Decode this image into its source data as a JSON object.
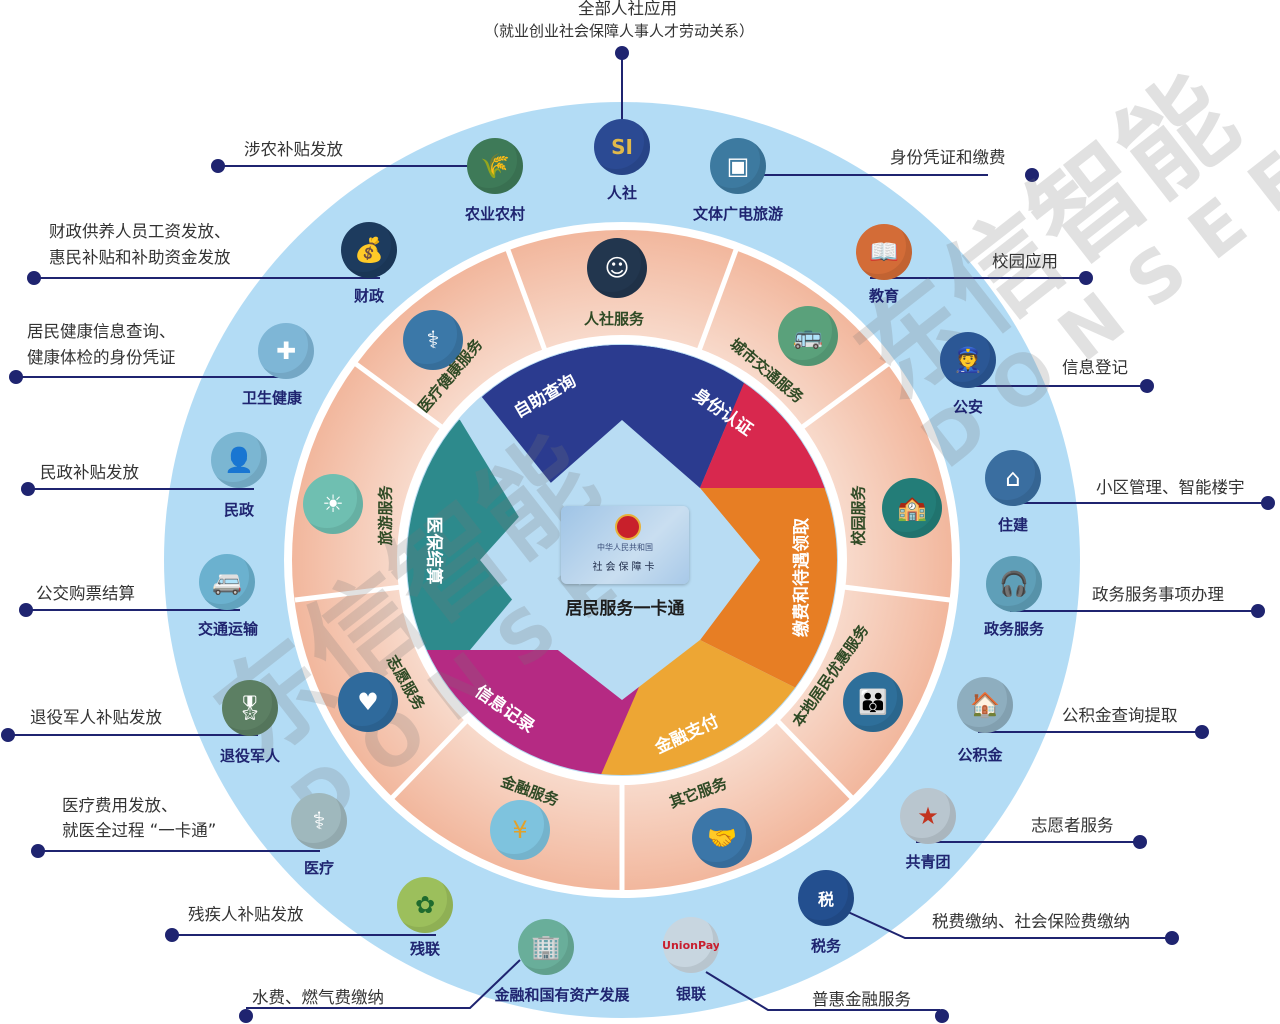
{
  "center": {
    "card_line1": "中华人民共和国",
    "card_line2": "社会保障卡",
    "title": "居民服务一卡通"
  },
  "star_segments": [
    {
      "label": "自助查询",
      "color": "#2a3a8c"
    },
    {
      "label": "身份认证",
      "color": "#d42a4f"
    },
    {
      "label": "缴费和待遇领取",
      "color": "#e77e24"
    },
    {
      "label": "金融支付",
      "color": "#eda634"
    },
    {
      "label": "信息记录",
      "color": "#b52a83"
    },
    {
      "label": "医保结算",
      "color": "#2d8a8c"
    }
  ],
  "middle_ring": [
    {
      "label": "人社服务",
      "icon": "elderly-person-icon"
    },
    {
      "label": "城市交通服务",
      "icon": "bus-icon"
    },
    {
      "label": "校园服务",
      "icon": "school-building-icon"
    },
    {
      "label": "本地居民优惠服务",
      "icon": "family-icon"
    },
    {
      "label": "其它服务",
      "icon": "handshake-icon"
    },
    {
      "label": "金融服务",
      "icon": "yuan-coin-icon"
    },
    {
      "label": "志愿服务",
      "icon": "volunteer-icon"
    },
    {
      "label": "旅游服务",
      "icon": "beach-landscape-icon"
    },
    {
      "label": "医疗健康服务",
      "icon": "doctor-icon"
    }
  ],
  "outer_ring": [
    {
      "dept": "人社",
      "icon": "si-logo-icon",
      "service": "全部人社应用",
      "service2": "（就业创业社会保障人事人才劳动关系）"
    },
    {
      "dept": "文体广电旅游",
      "icon": "picture-frame-icon",
      "service": "身份凭证和缴费"
    },
    {
      "dept": "教育",
      "icon": "book-icon",
      "service": "校园应用"
    },
    {
      "dept": "公安",
      "icon": "police-icon",
      "service": "信息登记"
    },
    {
      "dept": "住建",
      "icon": "house-icon",
      "service": "小区管理、智能楼宇"
    },
    {
      "dept": "政务服务",
      "icon": "customer-service-icon",
      "service": "政务服务事项办理"
    },
    {
      "dept": "公积金",
      "icon": "housing-fund-icon",
      "service": "公积金查询提取"
    },
    {
      "dept": "共青团",
      "icon": "youth-league-badge-icon",
      "service": "志愿者服务"
    },
    {
      "dept": "税务",
      "icon": "tax-shield-icon",
      "service": "税费缴纳、社会保险费缴纳"
    },
    {
      "dept": "银联",
      "icon": "unionpay-icon",
      "service": "普惠金融服务"
    },
    {
      "dept": "金融和国有资产发展",
      "icon": "office-building-icon",
      "service": "水费、燃气费缴纳"
    },
    {
      "dept": "残联",
      "icon": "disabled-federation-icon",
      "service": "残疾人补贴发放"
    },
    {
      "dept": "医疗",
      "icon": "medical-consult-icon",
      "service": "医疗费用发放、",
      "service2": "就医全过程 “一卡通”"
    },
    {
      "dept": "退役军人",
      "icon": "soldier-icon",
      "service": "退役军人补贴发放"
    },
    {
      "dept": "交通运输",
      "icon": "minibus-icon",
      "service": "公交购票结算"
    },
    {
      "dept": "民政",
      "icon": "citizen-icon",
      "service": "民政补贴发放"
    },
    {
      "dept": "卫生健康",
      "icon": "nurse-icon",
      "service": "居民健康信息查询、",
      "service2": "健康体检的身份凭证"
    },
    {
      "dept": "财政",
      "icon": "money-bag-icon",
      "service": "财政供养人员工资发放、",
      "service2": "惠民补贴和补助资金发放"
    },
    {
      "dept": "农业农村",
      "icon": "wheat-field-icon",
      "service": "涉农补贴发放"
    }
  ],
  "watermark": {
    "cn": "东信智能",
    "en": "DONSEE"
  },
  "colors": {
    "outer_ring": "#b3dcf5",
    "middle_ring": "#f6c9b3",
    "connector": "#1f2470",
    "dept_text": "#1f2470"
  }
}
